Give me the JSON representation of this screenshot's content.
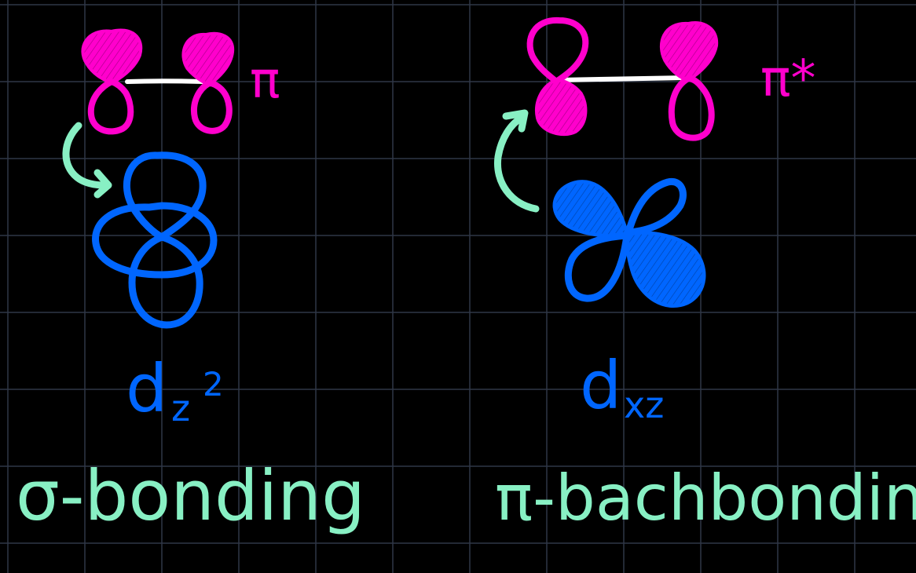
{
  "colors": {
    "background": "#000000",
    "grid": "#2f3747",
    "pi_orbital": "#ff00cc",
    "d_orbital": "#0066ff",
    "arrow": "#88f0c4",
    "bond": "#ffffff"
  },
  "left_panel": {
    "pi_label": "π",
    "d_label_main": "d",
    "d_label_sub": "z",
    "d_label_sup": "2",
    "caption": "σ-bonding"
  },
  "right_panel": {
    "pi_label": "π*",
    "d_label_main": "d",
    "d_label_sub": "xz",
    "caption": "π-bachbonding"
  }
}
